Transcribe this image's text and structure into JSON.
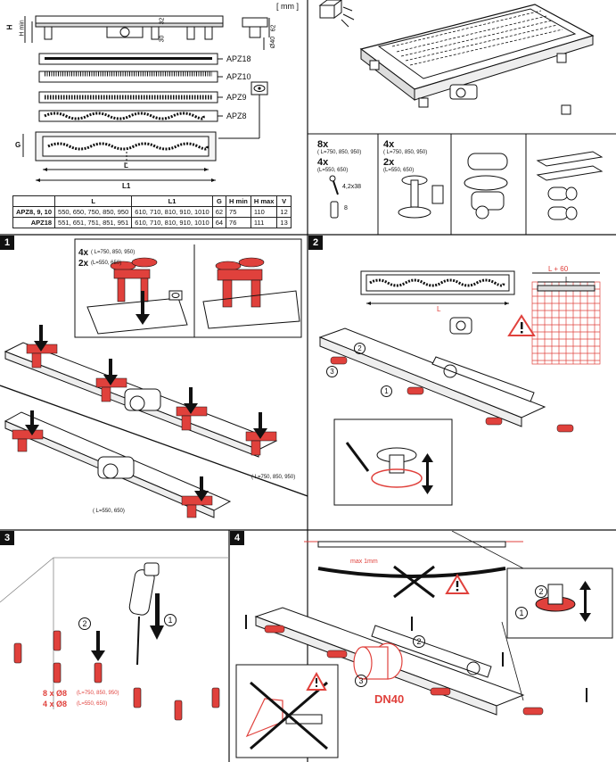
{
  "units_label": "[ mm ]",
  "variants": [
    "APZ18",
    "APZ10",
    "APZ9",
    "APZ8"
  ],
  "dimension_labels": {
    "h_min": "H min",
    "h": "H",
    "g": "G",
    "l": "L",
    "l1": "L1",
    "d1": "32",
    "d2": "30",
    "d3": "62",
    "d4": "Ø40"
  },
  "table": {
    "headers": [
      "",
      "L",
      "L1",
      "G",
      "H min",
      "H max",
      "V"
    ],
    "rows": [
      {
        "name": "APZ8, 9, 10",
        "L": "550, 650, 750, 850, 950",
        "L1": "610, 710, 810, 910, 1010",
        "G": "62",
        "Hmin": "75",
        "Hmax": "110",
        "V": "12"
      },
      {
        "name": "APZ18",
        "L": "551, 651, 751, 851, 951",
        "L1": "610, 710, 810, 910, 1010",
        "G": "64",
        "Hmin": "76",
        "Hmax": "111",
        "V": "13"
      }
    ]
  },
  "parts": {
    "screws_qty": "8x",
    "screws_note": "( L=750, 850, 950)",
    "screws_qty2": "4x",
    "screws_note2": "(L=550, 650)",
    "screw_size": "4,2x38",
    "dowel_size": "8",
    "feet_qty": "4x",
    "feet_note": "( L=750, 850, 950)",
    "feet_qty2": "2x",
    "feet_note2": "(L=550, 650)"
  },
  "steps": {
    "s1": {
      "badge": "1",
      "qty1": "4x",
      "note1": "( L=750, 850, 950)",
      "qty2": "2x",
      "note2": "(L=550, 650)",
      "label_long": "( L=750, 850, 950)",
      "label_short": "( L=550, 650)"
    },
    "s2": {
      "badge": "2",
      "dim_a": "L + 60",
      "dim_b": "L",
      "dim_c": "L",
      "n1": "1",
      "n2": "2",
      "n3": "3"
    },
    "s3": {
      "badge": "3",
      "n1": "1",
      "n2": "2",
      "drill1": "8 x Ø8",
      "drill1_note": "(L=750, 850, 950)",
      "drill2": "4 x Ø8",
      "drill2_note": "(L=550, 650)"
    },
    "s4": {
      "badge": "4",
      "max_label": "max 1mm",
      "outlet": "DN40",
      "n1": "1",
      "n2": "2",
      "n3": "3"
    }
  },
  "colors": {
    "accent": "#e0413c",
    "line": "#111111",
    "grey": "#888888"
  }
}
